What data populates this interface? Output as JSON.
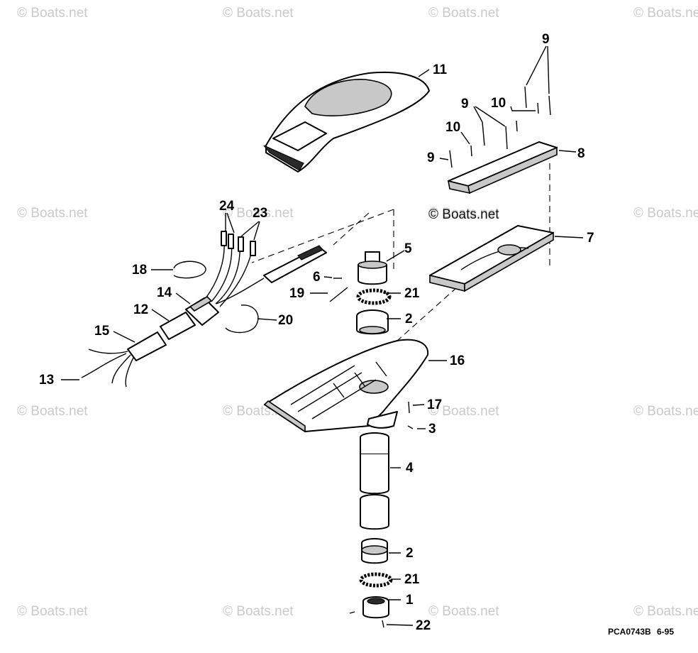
{
  "watermark": "© Boats.net",
  "center_watermark": "© Boats.net",
  "drawing_code": "PCA0743B",
  "drawing_date": "6-95",
  "callouts": [
    "9",
    "11",
    "10",
    "9",
    "10",
    "9",
    "8",
    "24",
    "23",
    "7",
    "5",
    "18",
    "6",
    "14",
    "19",
    "21",
    "12",
    "2",
    "20",
    "15",
    "16",
    "13",
    "17",
    "3",
    "4",
    "2",
    "21",
    "1",
    "22"
  ]
}
